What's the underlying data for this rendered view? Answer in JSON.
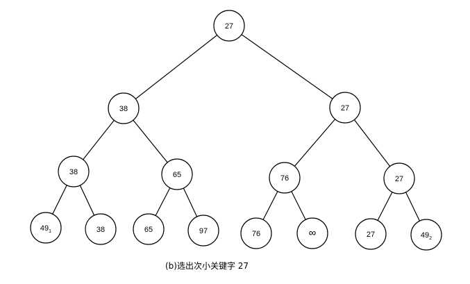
{
  "diagram": {
    "caption": "(b)选出次小关键字 27",
    "nodes": [
      {
        "id": "n1",
        "text": "27",
        "sub": ""
      },
      {
        "id": "n2",
        "text": "38",
        "sub": ""
      },
      {
        "id": "n3",
        "text": "27",
        "sub": ""
      },
      {
        "id": "n4",
        "text": "38",
        "sub": ""
      },
      {
        "id": "n5",
        "text": "65",
        "sub": ""
      },
      {
        "id": "n6",
        "text": "76",
        "sub": ""
      },
      {
        "id": "n7",
        "text": "27",
        "sub": ""
      },
      {
        "id": "n8",
        "text": "49",
        "sub": "1"
      },
      {
        "id": "n9",
        "text": "38",
        "sub": ""
      },
      {
        "id": "n10",
        "text": "65",
        "sub": ""
      },
      {
        "id": "n11",
        "text": "97",
        "sub": ""
      },
      {
        "id": "n12",
        "text": "76",
        "sub": ""
      },
      {
        "id": "n13",
        "text": "∞",
        "sub": ""
      },
      {
        "id": "n14",
        "text": "27",
        "sub": ""
      },
      {
        "id": "n15",
        "text": "49",
        "sub": "2"
      }
    ],
    "edges": [
      [
        "n1",
        "n2"
      ],
      [
        "n1",
        "n3"
      ],
      [
        "n2",
        "n4"
      ],
      [
        "n2",
        "n5"
      ],
      [
        "n3",
        "n6"
      ],
      [
        "n3",
        "n7"
      ],
      [
        "n4",
        "n8"
      ],
      [
        "n4",
        "n9"
      ],
      [
        "n5",
        "n10"
      ],
      [
        "n5",
        "n11"
      ],
      [
        "n6",
        "n12"
      ],
      [
        "n6",
        "n13"
      ],
      [
        "n7",
        "n14"
      ],
      [
        "n7",
        "n15"
      ]
    ]
  }
}
